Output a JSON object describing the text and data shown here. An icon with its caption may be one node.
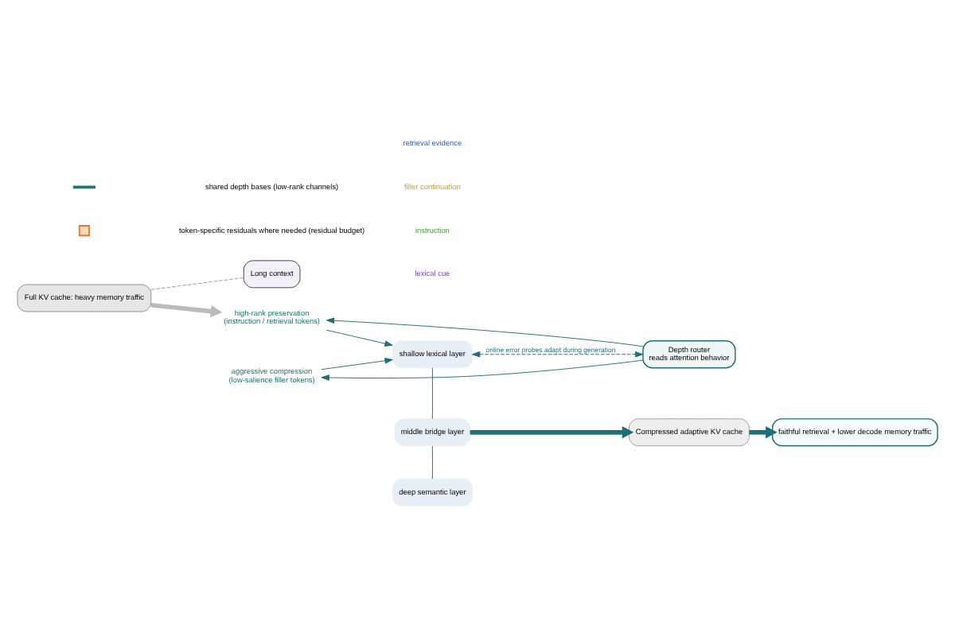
{
  "diagram": {
    "nodes": [
      {
        "text": [
          "Full KV cache: heavy memory traffic"
        ]
      },
      {
        "text": [
          "Long context"
        ]
      },
      {
        "text": [
          "Depth router",
          "reads attention behavior"
        ]
      },
      {
        "text": [
          "high-rank preservation",
          "(instruction / retrieval tokens)"
        ]
      },
      {
        "text": [
          "aggressive compression",
          "(low-salience filler tokens)"
        ]
      },
      {
        "text": [
          "shallow lexical layer"
        ]
      },
      {
        "text": [
          "middle bridge layer"
        ]
      },
      {
        "text": [
          "deep semantic layer"
        ]
      },
      {
        "text": [
          "Compressed adaptive KV cache"
        ]
      },
      {
        "text": [
          "faithful retrieval + lower decode memory traffic"
        ]
      }
    ],
    "edges": [
      {
        "from": 0,
        "to": 1,
        "arrow": "none",
        "style": "dashed",
        "color": "#999999"
      },
      {
        "from": 0,
        "to": 3,
        "arrow": "to",
        "style": "thick",
        "color": "#bbbbbb"
      },
      {
        "from": 2,
        "to": 3,
        "arrow": "to"
      },
      {
        "from": 2,
        "to": 4,
        "arrow": "to"
      },
      {
        "from": 3,
        "to": 5,
        "arrow": "to"
      },
      {
        "from": 4,
        "to": 5,
        "arrow": "to"
      },
      {
        "from": 5,
        "to": 2,
        "arrow": "both",
        "style": "dashed",
        "label": "online error probes adapt during generation"
      },
      {
        "from": 5,
        "to": 6,
        "arrow": "none"
      },
      {
        "from": 6,
        "to": 7,
        "arrow": "none"
      },
      {
        "from": 6,
        "to": 8,
        "arrow": "to",
        "style": "thick"
      },
      {
        "from": 8,
        "to": 9,
        "arrow": "to",
        "style": "thick"
      }
    ],
    "labels": [
      "lexical cue",
      "instruction",
      "filler continuation",
      "retrieval evidence"
    ],
    "legend": [
      {
        "text": "shared depth bases (low-rank channels)"
      },
      {
        "text": "token-specific residuals where needed (residual budget)"
      }
    ]
  }
}
